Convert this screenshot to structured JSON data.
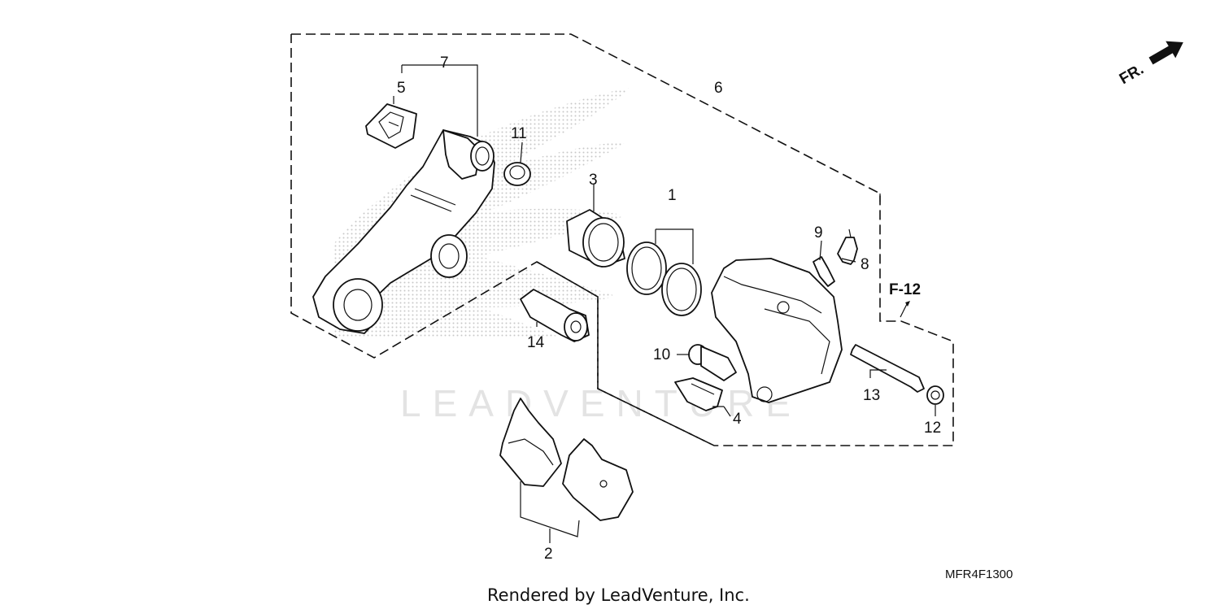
{
  "diagram": {
    "callouts": {
      "n1": "1",
      "n2": "2",
      "n3": "3",
      "n4": "4",
      "n5": "5",
      "n6": "6",
      "n7": "7",
      "n8": "8",
      "n9": "9",
      "n10": "10",
      "n11": "11",
      "n12": "12",
      "n13": "13",
      "n14": "14"
    },
    "reference_label": "F-12",
    "direction_label": "FR.",
    "diagram_code": "MFR4F1300",
    "watermark": "LEADVENTURE",
    "footer": "Rendered by LeadVenture, Inc."
  }
}
